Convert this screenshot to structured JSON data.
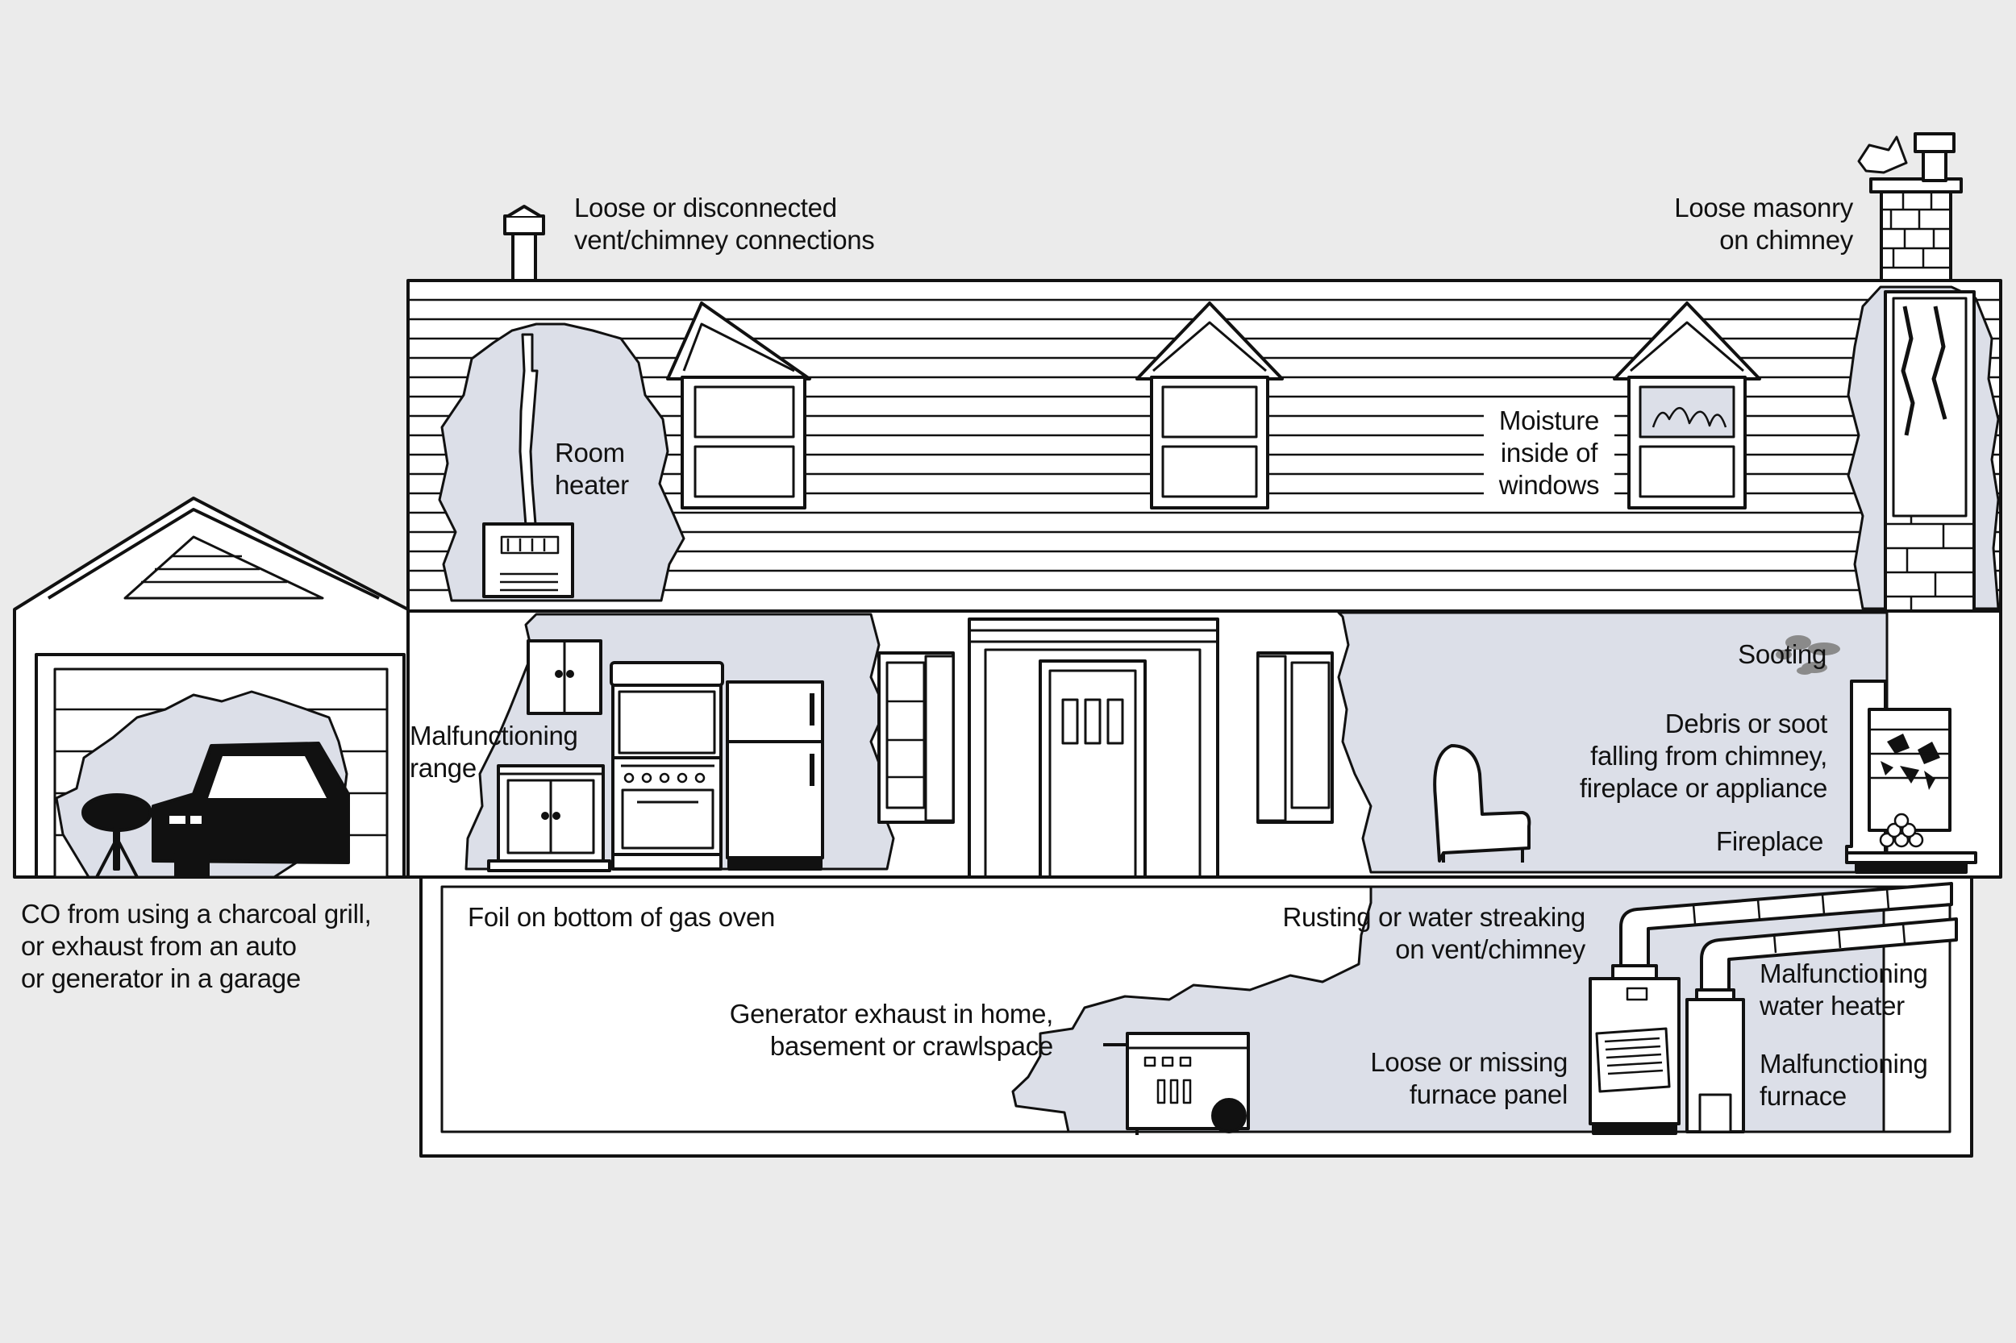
{
  "labels": {
    "vent_chimney_connections": [
      "Loose or disconnected",
      "vent/chimney connections"
    ],
    "loose_masonry": [
      "Loose masonry",
      "on chimney"
    ],
    "room_heater": [
      "Room",
      "heater"
    ],
    "moisture_windows": [
      "Moisture",
      "inside of",
      "windows"
    ],
    "sooting": [
      "Sooting"
    ],
    "debris_soot": [
      "Debris or soot",
      "falling from chimney,",
      "fireplace or appliance"
    ],
    "fireplace": [
      "Fireplace"
    ],
    "malfunctioning_range": [
      "Malfunctioning",
      "range"
    ],
    "garage_co": [
      "CO from using a charcoal grill,",
      "or exhaust from an auto",
      "or generator in a garage"
    ],
    "foil_oven": [
      "Foil on bottom of gas oven"
    ],
    "rusting_streaking": [
      "Rusting or water streaking",
      "on vent/chimney"
    ],
    "generator_exhaust": [
      "Generator exhaust in home,",
      "basement or crawlspace"
    ],
    "furnace_panel": [
      "Loose or missing",
      "furnace panel"
    ],
    "water_heater": [
      "Malfunctioning",
      "water heater"
    ],
    "furnace": [
      "Malfunctioning",
      "furnace"
    ]
  },
  "colors": {
    "background": "#ebebeb",
    "cutaway_fill": "#dcdfe8",
    "line": "#111111",
    "house_fill": "#ffffff",
    "soot": "#8a8a8a"
  }
}
